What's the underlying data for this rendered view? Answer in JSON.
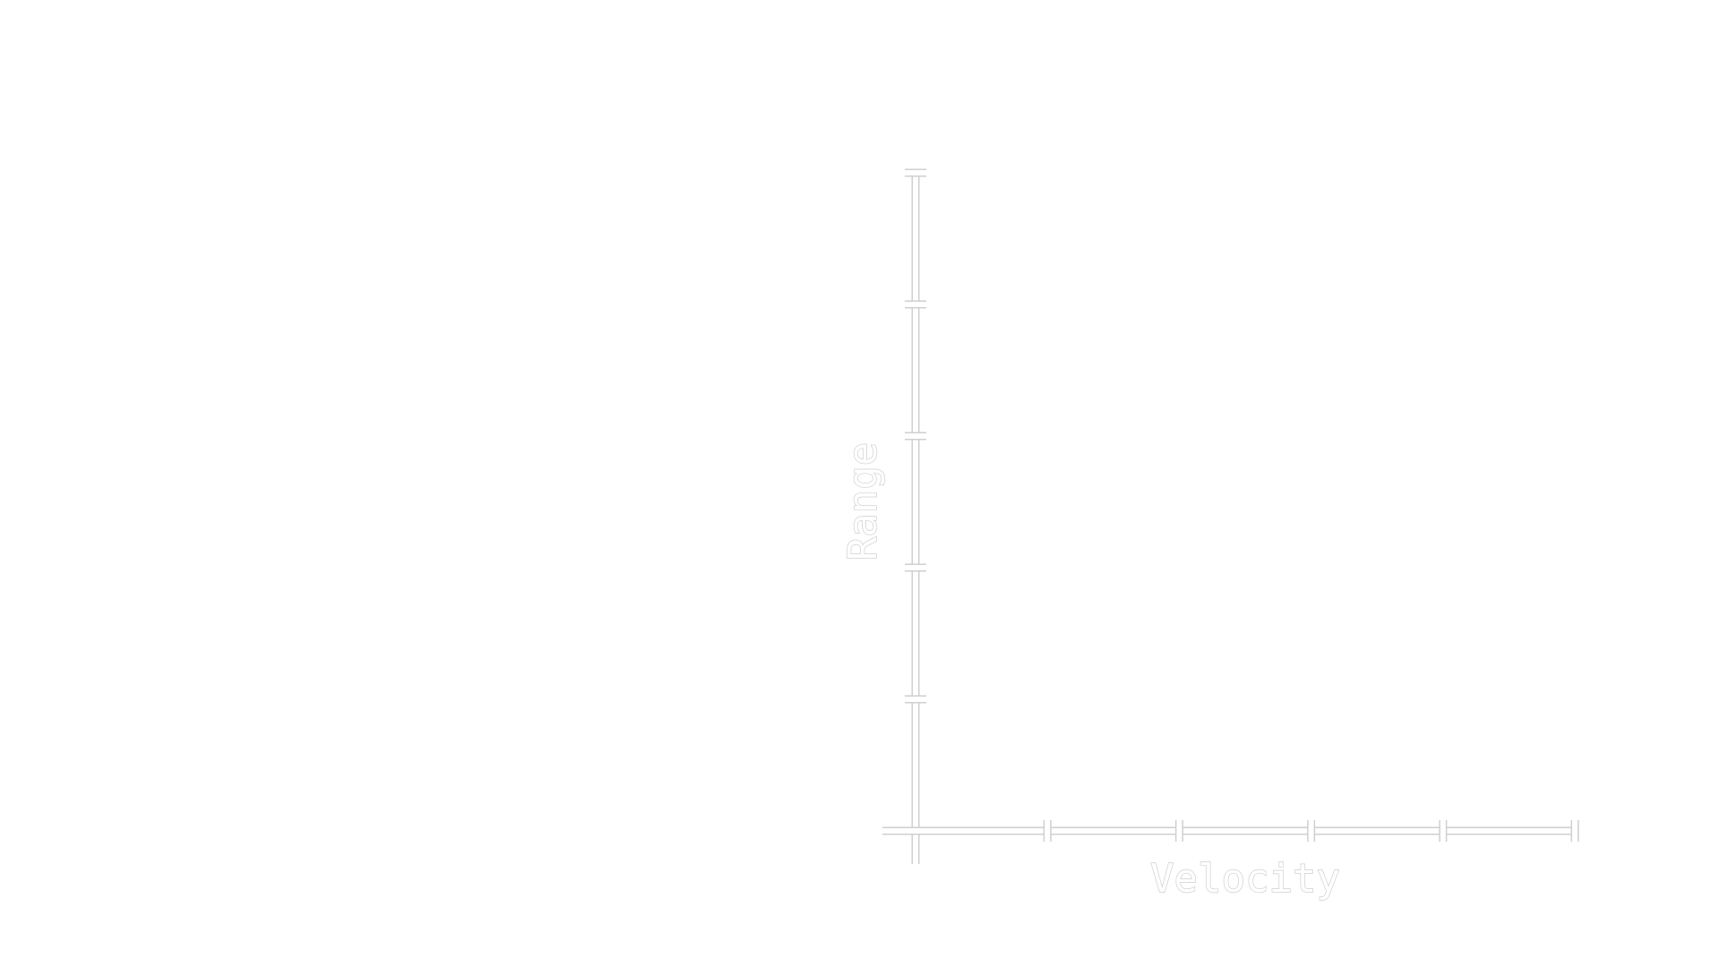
{
  "chart_data": {
    "type": "line",
    "title": "",
    "xlabel": "Velocity",
    "ylabel": "Range",
    "x_ticks": 5,
    "y_ticks": 5,
    "grid": false,
    "series": []
  },
  "colors": {
    "background": "#ffffff",
    "axis_outline": "#cfcfcf",
    "axis_fill": "#ffffff"
  }
}
